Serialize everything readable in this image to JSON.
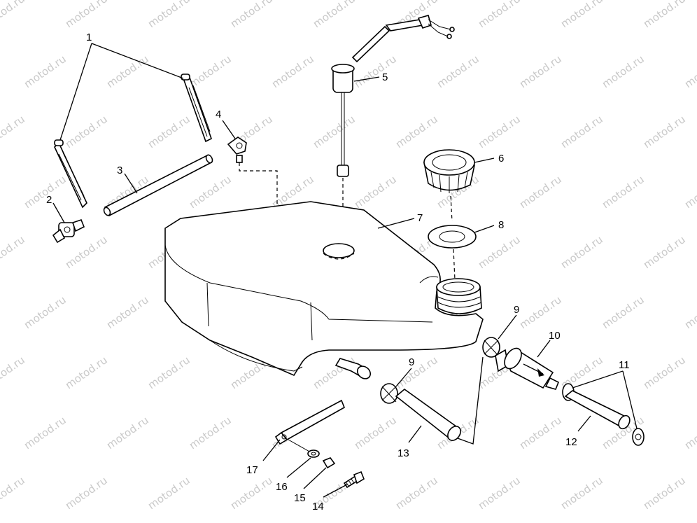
{
  "watermark": "motod.ru",
  "callouts": [
    "1",
    "2",
    "3",
    "4",
    "5",
    "6",
    "7",
    "8",
    "9",
    "9",
    "10",
    "11",
    "12",
    "13",
    "14",
    "15",
    "16",
    "17"
  ]
}
